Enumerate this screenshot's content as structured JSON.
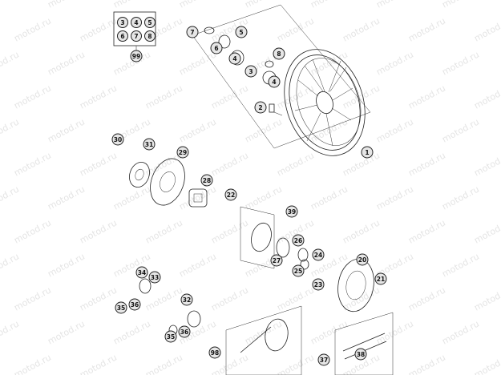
{
  "watermark": "motod.ru",
  "kit_items": [
    "3",
    "4",
    "5",
    "6",
    "7",
    "8"
  ],
  "kit_label": "99",
  "callouts": [
    "1",
    "2",
    "3",
    "4",
    "5",
    "6",
    "7",
    "8",
    "4",
    "20",
    "21",
    "22",
    "23",
    "24",
    "25",
    "26",
    "27",
    "28",
    "29",
    "30",
    "31",
    "32",
    "33",
    "34",
    "35",
    "36",
    "35",
    "36",
    "37",
    "38",
    "39",
    "98"
  ]
}
